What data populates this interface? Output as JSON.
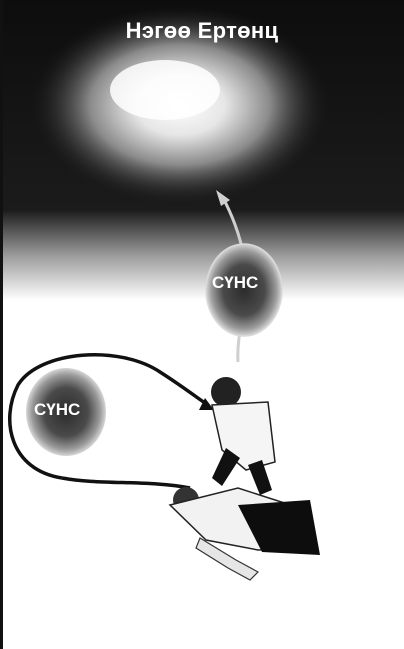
{
  "title": "Нэгөө Ертөнц",
  "labels": {
    "soul_upper": "СҮНС",
    "soul_left": "СҮНС"
  },
  "colors": {
    "sky": "#0e0e0e",
    "glow": "#f4f4f4",
    "text": "#ffffff"
  }
}
